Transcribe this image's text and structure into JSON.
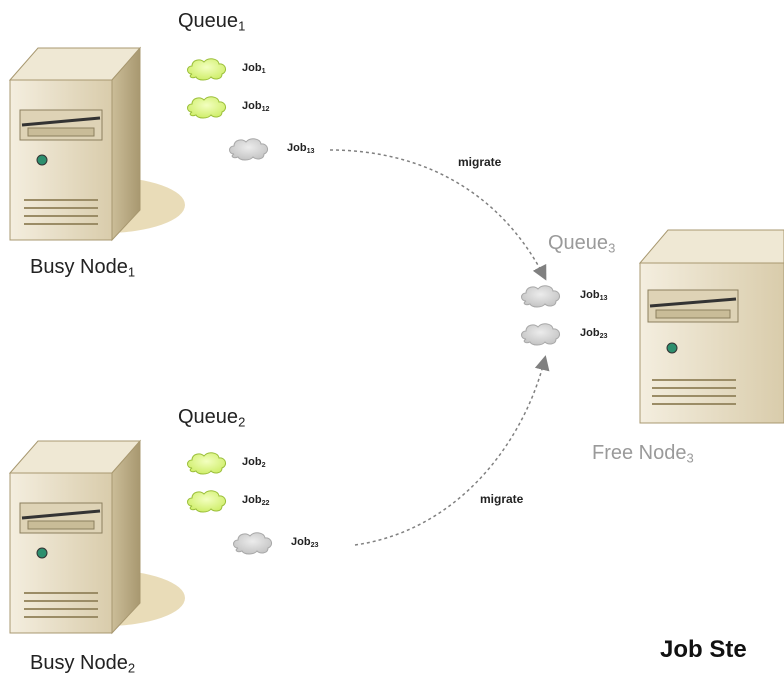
{
  "diagram": {
    "title": "Job Ste",
    "nodes": [
      {
        "id": "node1",
        "label": "Busy Node",
        "label_sub": "1",
        "state": "busy",
        "queue": {
          "label": "Queue",
          "label_sub": "1",
          "jobs": [
            {
              "name": "Job",
              "sub": "1",
              "status": "waiting"
            },
            {
              "name": "Job",
              "sub": "12",
              "status": "waiting"
            },
            {
              "name": "Job",
              "sub": "13",
              "status": "migrating"
            }
          ]
        }
      },
      {
        "id": "node2",
        "label": "Busy Node",
        "label_sub": "2",
        "state": "busy",
        "queue": {
          "label": "Queue",
          "label_sub": "2",
          "jobs": [
            {
              "name": "Job",
              "sub": "2",
              "status": "waiting"
            },
            {
              "name": "Job",
              "sub": "22",
              "status": "waiting"
            },
            {
              "name": "Job",
              "sub": "23",
              "status": "migrating"
            }
          ]
        }
      },
      {
        "id": "node3",
        "label": "Free Node",
        "label_sub": "3",
        "state": "free",
        "queue": {
          "label": "Queue",
          "label_sub": "3",
          "jobs": [
            {
              "name": "Job",
              "sub": "13",
              "status": "received"
            },
            {
              "name": "Job",
              "sub": "23",
              "status": "received"
            }
          ]
        }
      }
    ],
    "migrations": [
      {
        "label": "migrate",
        "from_job": "Job13",
        "to_node": "Free Node3"
      },
      {
        "label": "migrate",
        "from_job": "Job23",
        "to_node": "Free Node3"
      }
    ],
    "colors": {
      "waiting_job": "#ddf58a",
      "migrating_job": "#d6d6d6",
      "server_body": "#e6dcc4",
      "shadow": "#e9dcb8",
      "arrow": "#808080",
      "muted_text": "#9a9a9a"
    }
  }
}
